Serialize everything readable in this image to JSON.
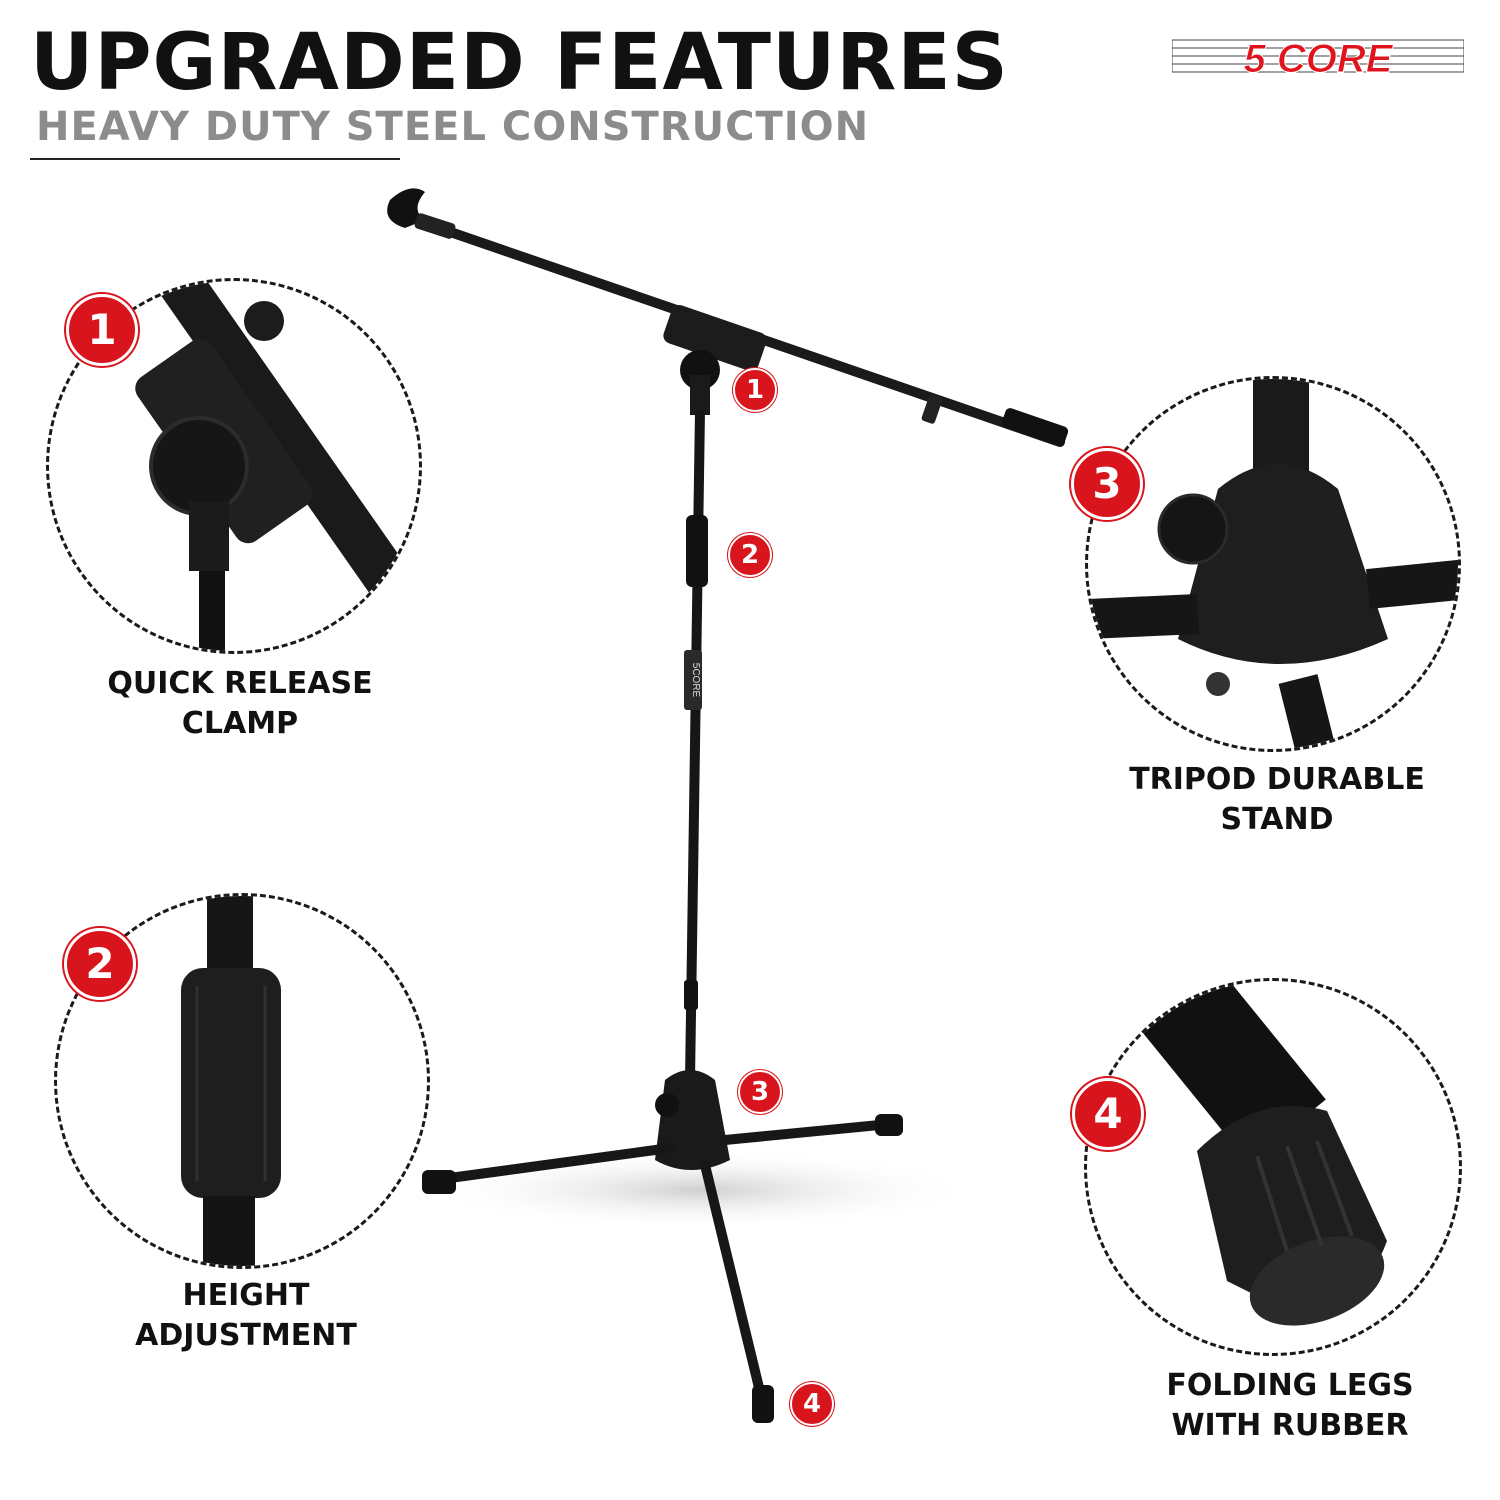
{
  "header": {
    "title": "UPGRADED FEATURES",
    "subtitle": "HEAVY DUTY STEEL CONSTRUCTION"
  },
  "brand": {
    "logo_text": "5 CORE",
    "accent_color": "#d8141c"
  },
  "product": {
    "pole_label": "5CORE",
    "callouts": [
      "1",
      "2",
      "3",
      "4"
    ]
  },
  "features": [
    {
      "number": "1",
      "line1": "QUICK RELEASE",
      "line2": "CLAMP"
    },
    {
      "number": "2",
      "line1": "HEIGHT",
      "line2": "ADJUSTMENT"
    },
    {
      "number": "3",
      "line1": "TRIPOD DURABLE",
      "line2": "STAND"
    },
    {
      "number": "4",
      "line1": "FOLDING LEGS",
      "line2": "WITH RUBBER"
    }
  ]
}
